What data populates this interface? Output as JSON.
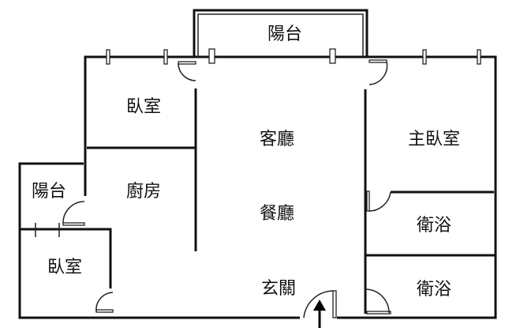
{
  "rooms": {
    "balcony_top": "陽台",
    "bedroom_top": "臥室",
    "living_room": "客廳",
    "master_bedroom": "主臥室",
    "balcony_left": "陽台",
    "kitchen": "廚房",
    "dining_room": "餐廳",
    "bathroom_1": "衛浴",
    "bedroom_bottom": "臥室",
    "entrance": "玄關",
    "bathroom_2": "衛浴"
  }
}
